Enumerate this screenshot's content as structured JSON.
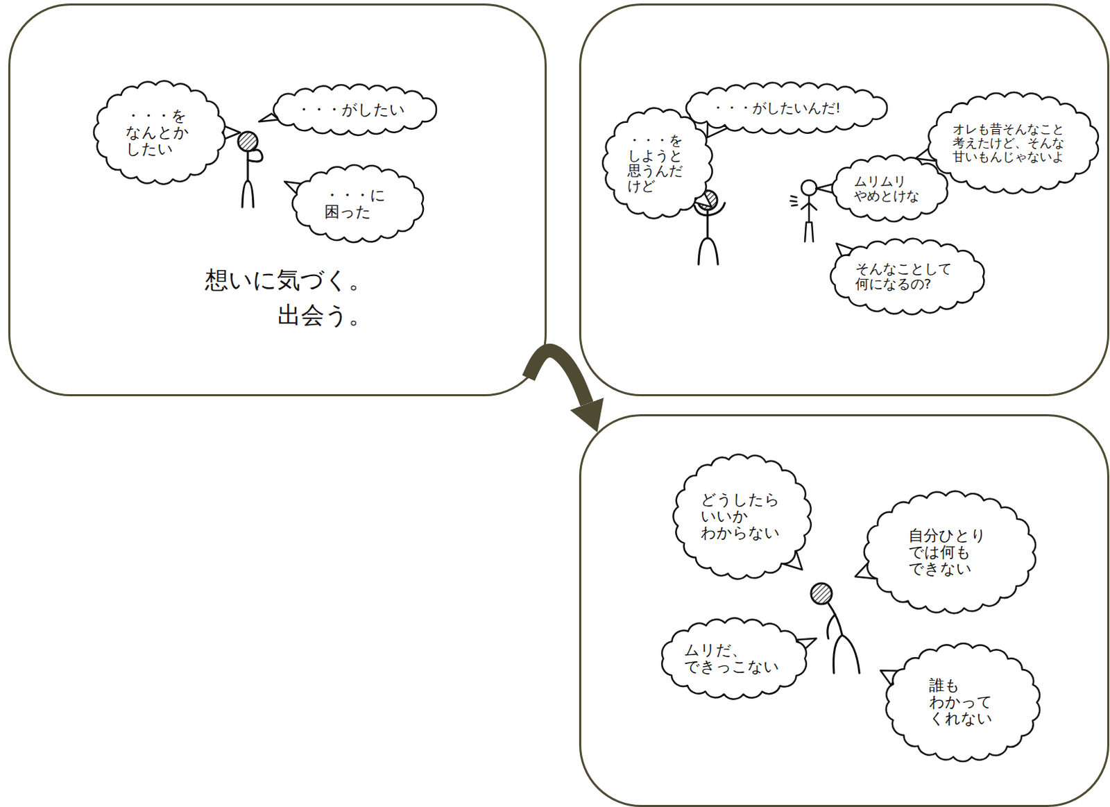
{
  "diagram": {
    "nodes": [
      {
        "text": [
          "想いに気づく。 出会う。"
        ]
      },
      {
        "text": [
          "・・・を なんとか したい"
        ],
        "in": 0
      },
      {
        "text": [
          "・・・がしたい"
        ],
        "in": 0
      },
      {
        "text": [
          "・・・に 困った"
        ],
        "in": 0
      },
      {
        "text": []
      },
      {
        "text": [
          "・・・を しようと 思うんだ けど"
        ],
        "in": 4
      },
      {
        "text": [
          "・・・がしたいんだ!"
        ],
        "in": 4
      },
      {
        "text": [
          "オレも昔そんなこと 考えたけど、そんな 甘いもんじゃないよ"
        ],
        "in": 4
      },
      {
        "text": [
          "ムリムリ やめとけな"
        ],
        "in": 4
      },
      {
        "text": [
          "そんなことして 何になるの?"
        ],
        "in": 4
      },
      {
        "text": []
      },
      {
        "text": [
          "どうしたら いいか わからない"
        ],
        "in": 10
      },
      {
        "text": [
          "自分ひとり では何も できない"
        ],
        "in": 10
      },
      {
        "text": [
          "ムリだ、 できっこない"
        ],
        "in": 10
      },
      {
        "text": [
          "誰も わかって くれない"
        ],
        "in": 10
      }
    ],
    "edges": [
      {
        "from": 0,
        "to": 10,
        "arrow": "to"
      }
    ]
  }
}
